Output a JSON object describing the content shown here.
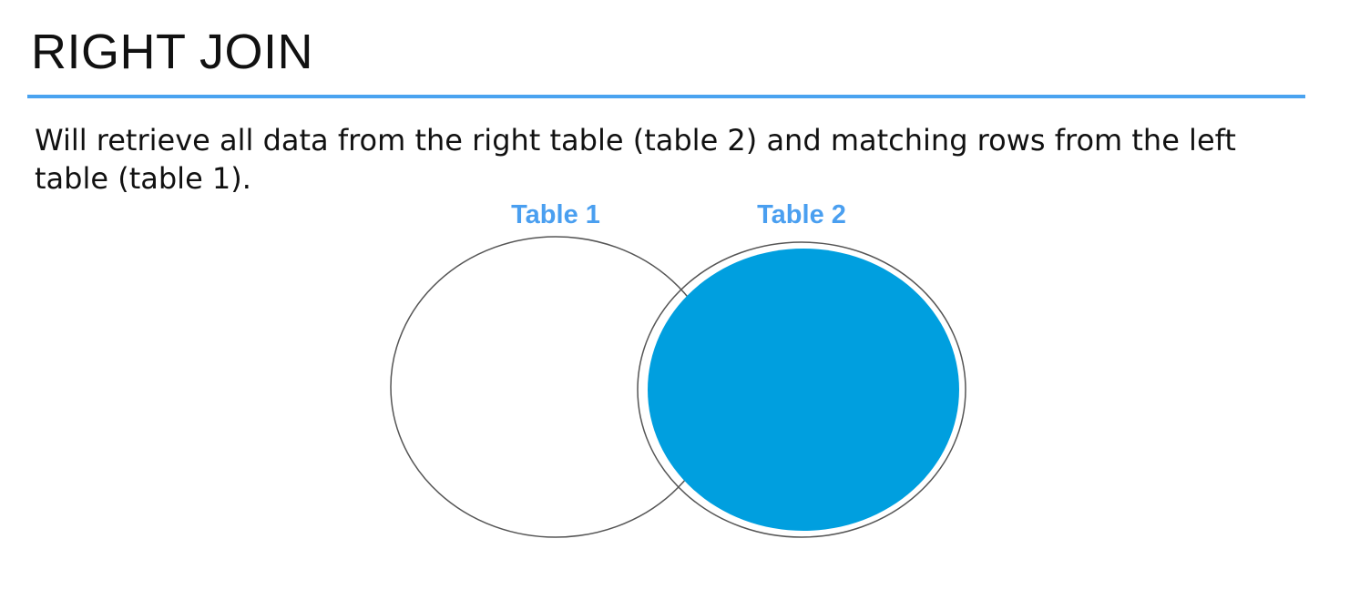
{
  "slide": {
    "title": "RIGHT JOIN",
    "description": "Will retrieve all data from the right table (table 2) and matching rows from the left table (table 1)."
  },
  "diagram": {
    "type": "venn",
    "left_set": {
      "label": "Table 1",
      "highlighted": false
    },
    "right_set": {
      "label": "Table 2",
      "highlighted": true
    },
    "colors": {
      "accent": "#4aa3f0",
      "label": "#4a9ff0",
      "fill": "#009fdf",
      "outline": "#555555"
    }
  }
}
